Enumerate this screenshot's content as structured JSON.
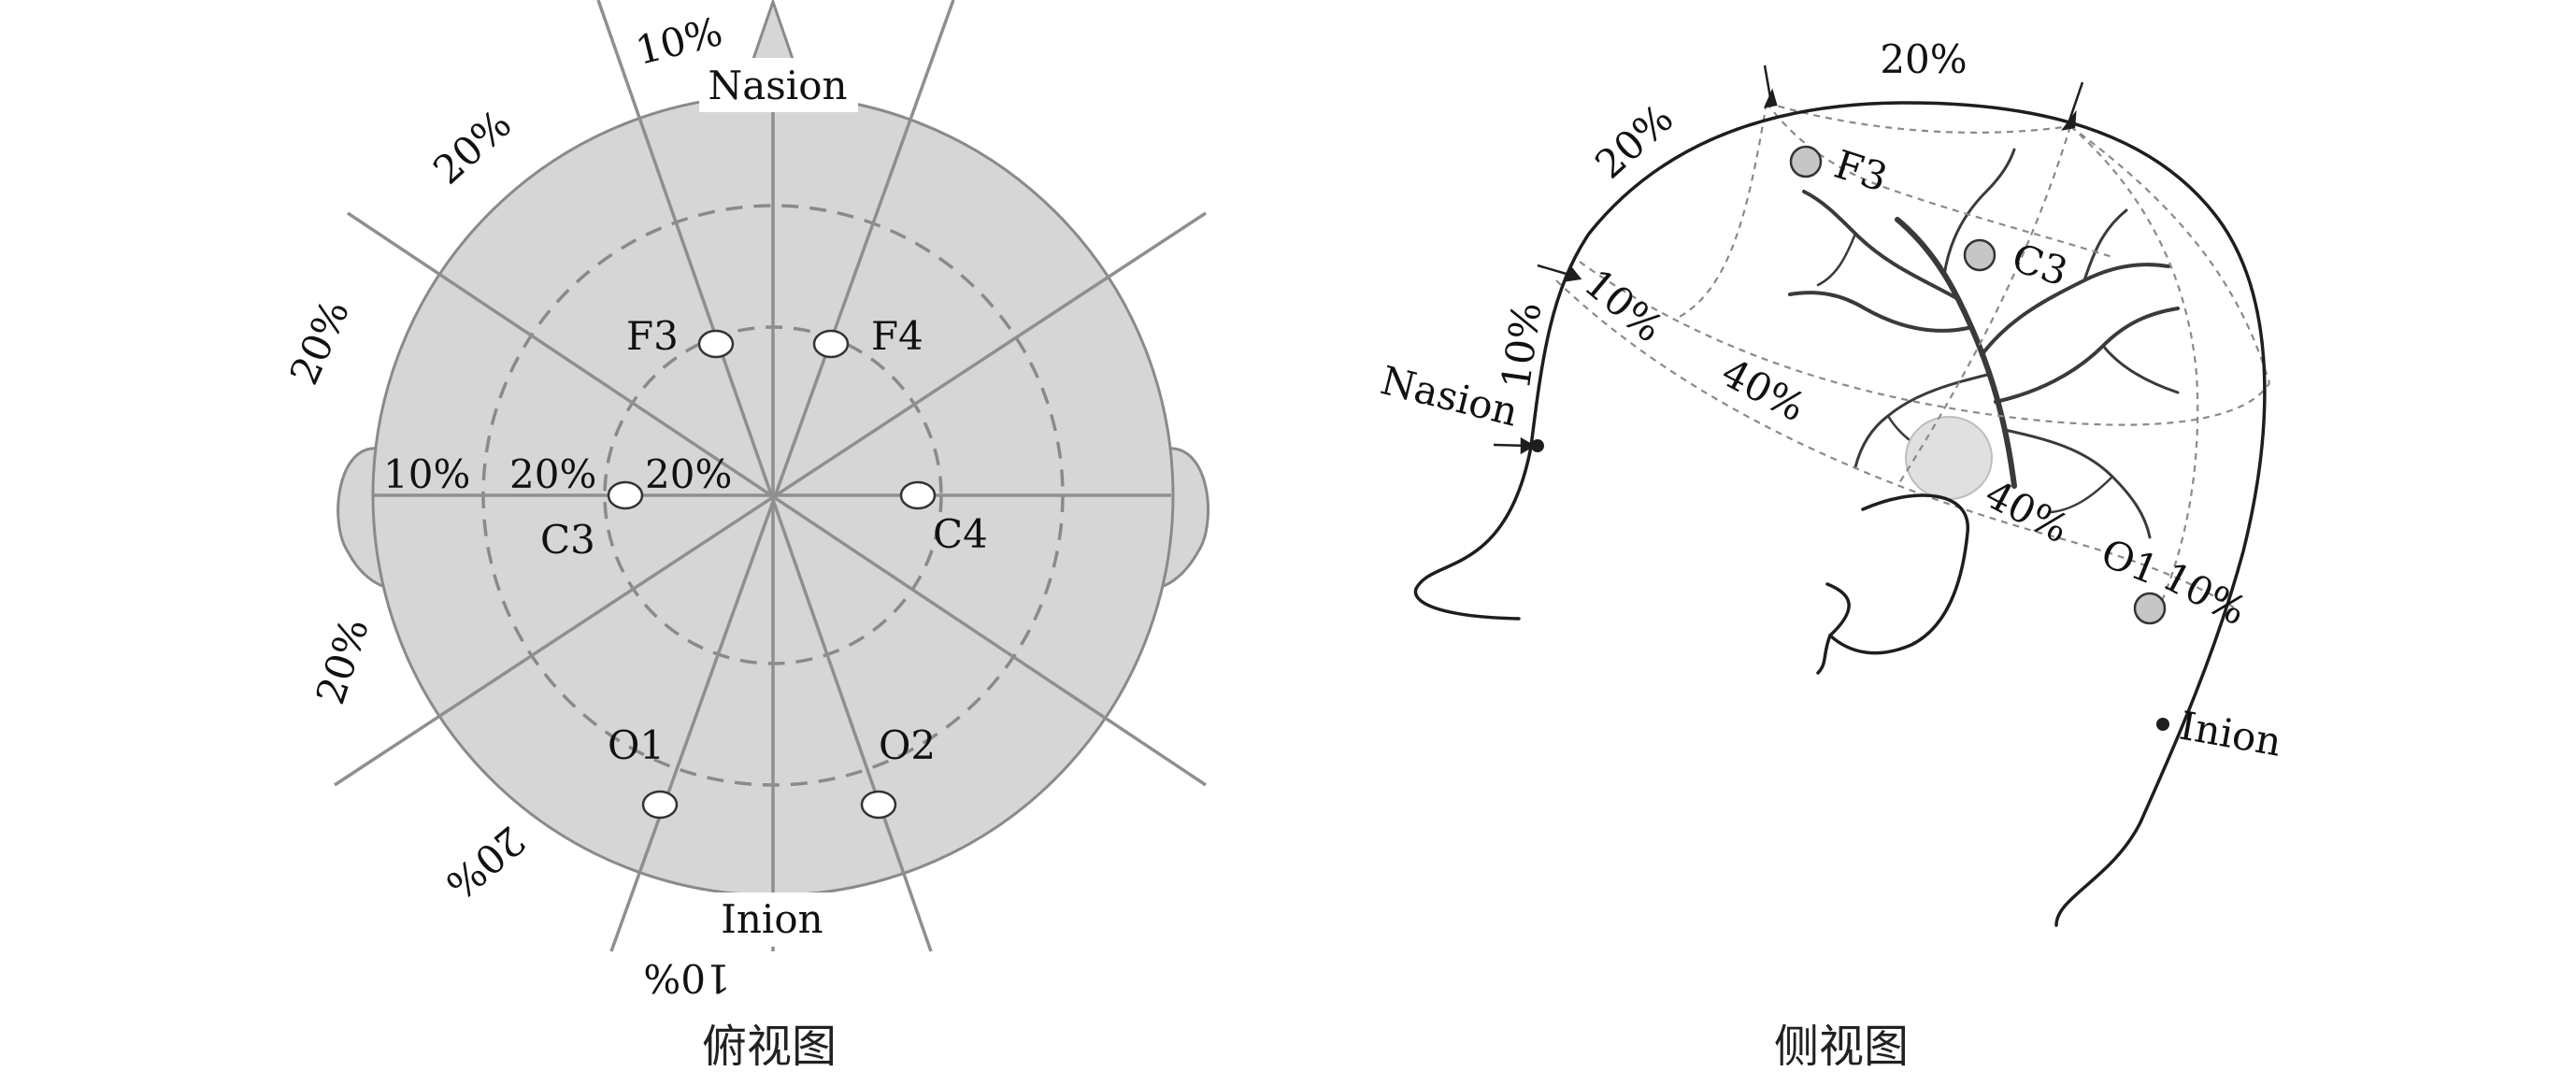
{
  "colors": {
    "head_fill": "#d6d6d6",
    "head_stroke": "#8a8a8a",
    "line": "#8f8f8f",
    "dashed": "#8a8a8a",
    "outline": "#1e1e1e",
    "electrode_side_fill": "#c6c6c6",
    "vessel": "#3a3a3a"
  },
  "top_view": {
    "caption": "俯视图",
    "nasion": "Nasion",
    "inion": "Inion",
    "percent_labels": {
      "top_10": "10%",
      "upper_left_20": "20%",
      "left_upper_20": "20%",
      "left_lower_20": "20%",
      "bottom_left_20": "20%",
      "bottom_10": "10%",
      "mid_10": "10%",
      "mid_20_left": "20%",
      "mid_20_right": "20%"
    },
    "electrodes": {
      "F3": "F3",
      "F4": "F4",
      "C3": "C3",
      "C4": "C4",
      "O1": "O1",
      "O2": "O2"
    }
  },
  "side_view": {
    "caption": "侧视图",
    "nasion": "Nasion",
    "inion": "Inion",
    "percent_labels": {
      "top_20": "20%",
      "upper_20": "20%",
      "front_10_a": "10%",
      "front_10_b": "10%",
      "band_40_a": "40%",
      "band_40_b": "40%",
      "back_10": "10%"
    },
    "electrodes": {
      "F3": "F3",
      "C3": "C3",
      "O1": "O1"
    }
  }
}
